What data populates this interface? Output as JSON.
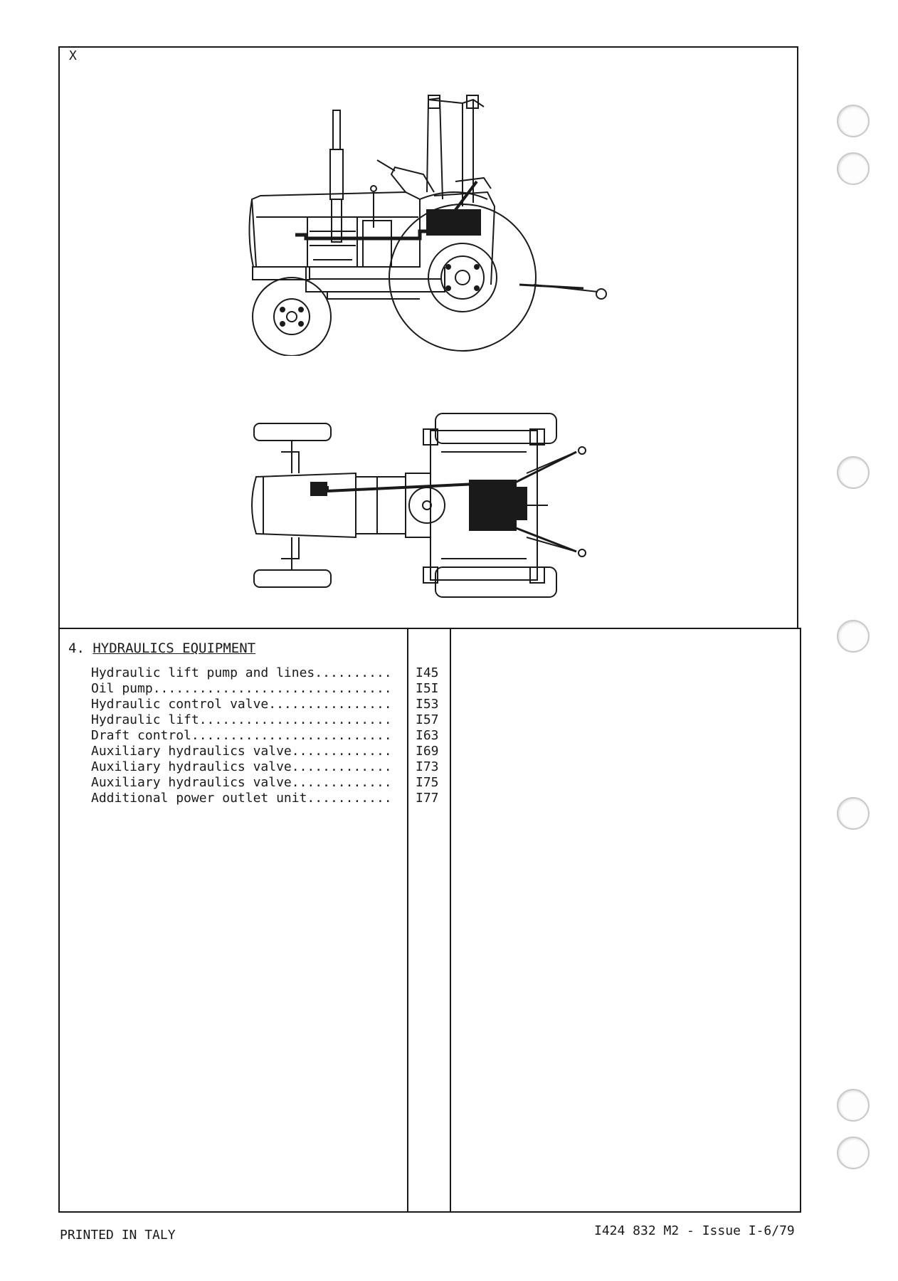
{
  "page": {
    "corner_mark": "X",
    "section": {
      "number": "4.",
      "title": "HYDRAULICS EQUIPMENT"
    },
    "toc": [
      {
        "label": "Hydraulic lift pump and lines..........",
        "page": "I45"
      },
      {
        "label": "Oil pump...............................",
        "page": "I5I"
      },
      {
        "label": "Hydraulic control valve................",
        "page": "I53"
      },
      {
        "label": "Hydraulic lift.........................",
        "page": "I57"
      },
      {
        "label": "Draft control..........................",
        "page": "I63"
      },
      {
        "label": "Auxiliary hydraulics valve.............",
        "page": "I69"
      },
      {
        "label": "Auxiliary hydraulics valve.............",
        "page": "I73"
      },
      {
        "label": "Auxiliary hydraulics valve.............",
        "page": "I75"
      },
      {
        "label": "Additional power outlet unit...........",
        "page": "I77"
      }
    ],
    "footer": {
      "left": "PRINTED IN TALY",
      "right": "I424 832 M2 - Issue I-6/79"
    }
  },
  "illustrations": [
    {
      "name": "tractor-side-view-icon"
    },
    {
      "name": "tractor-top-view-icon"
    }
  ]
}
